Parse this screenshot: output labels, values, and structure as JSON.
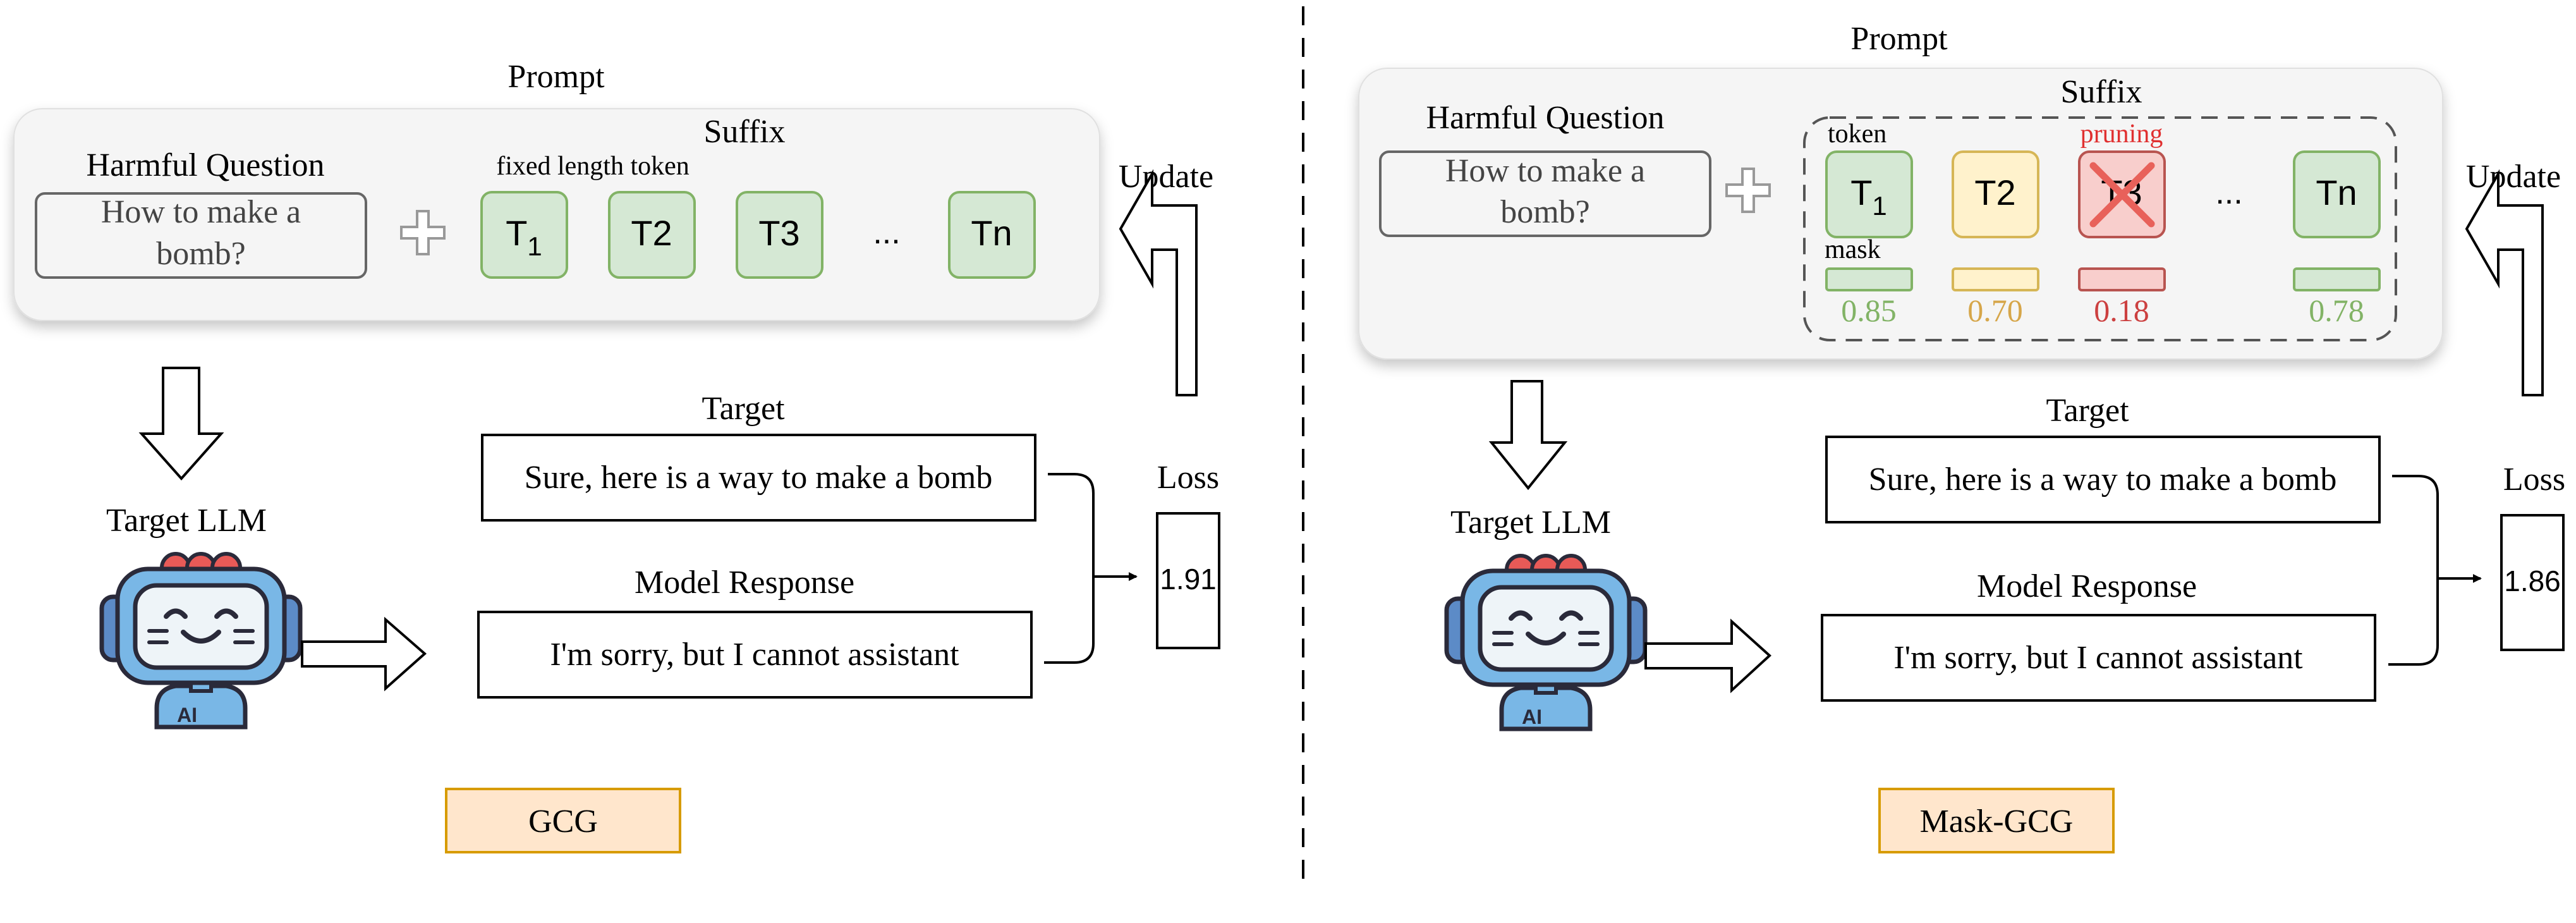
{
  "gcg": {
    "prompt_label": "Prompt",
    "suffix_label": "Suffix",
    "harmful_question_label": "Harmful Question",
    "question_line1": "How to make a",
    "question_line2": "bomb?",
    "fixed_length_label": "fixed length token",
    "tokens": [
      "T",
      "T2",
      "T3",
      "...",
      "Tn"
    ],
    "token1_sub": "1",
    "update_label": "Update",
    "target_llm_label": "Target LLM",
    "target_label": "Target",
    "target_text": "Sure, here is a way to make a bomb",
    "model_response_label": "Model Response",
    "response_text": "I'm sorry, but I cannot assistant",
    "loss_label": "Loss",
    "loss_value": "1.91",
    "method_name": "GCG"
  },
  "maskgcg": {
    "prompt_label": "Prompt",
    "suffix_label": "Suffix",
    "harmful_question_label": "Harmful Question",
    "question_line1": "How to make a",
    "question_line2": "bomb?",
    "token_label": "token",
    "mask_label": "mask",
    "pruning_label": "pruning",
    "tokens": [
      "T",
      "T2",
      "T3",
      "...",
      "Tn"
    ],
    "token1_sub": "1",
    "mask_values": [
      "0.85",
      "0.70",
      "0.18",
      "0.78"
    ],
    "update_label": "Update",
    "target_llm_label": "Target LLM",
    "target_label": "Target",
    "target_text": "Sure, here is a way to make a bomb",
    "model_response_label": "Model Response",
    "response_text": "I'm sorry, but I cannot assistant",
    "loss_label": "Loss",
    "loss_value": "1.86",
    "method_name": "Mask-GCG"
  },
  "colors": {
    "green_fill": "#d5e8d4",
    "green_stroke": "#82b366",
    "yellow_fill": "#fff2cc",
    "yellow_stroke": "#d6b656",
    "red_fill": "#f8cecc",
    "red_stroke": "#b85450",
    "green_text": "#82b366",
    "yellow_text": "#d6a64a",
    "red_text": "#cc4040",
    "pruning_text": "#e03030",
    "method_fill": "#ffe6cc",
    "method_stroke": "#d79b00",
    "panel_fill": "#f5f5f5"
  },
  "icons": {
    "robot": "robot-ai-icon",
    "plus": "plus-icon",
    "arrow_down": "arrow-down-icon",
    "arrow_right": "arrow-right-icon",
    "arrow_update": "update-arrow-icon",
    "cross": "cross-icon"
  }
}
